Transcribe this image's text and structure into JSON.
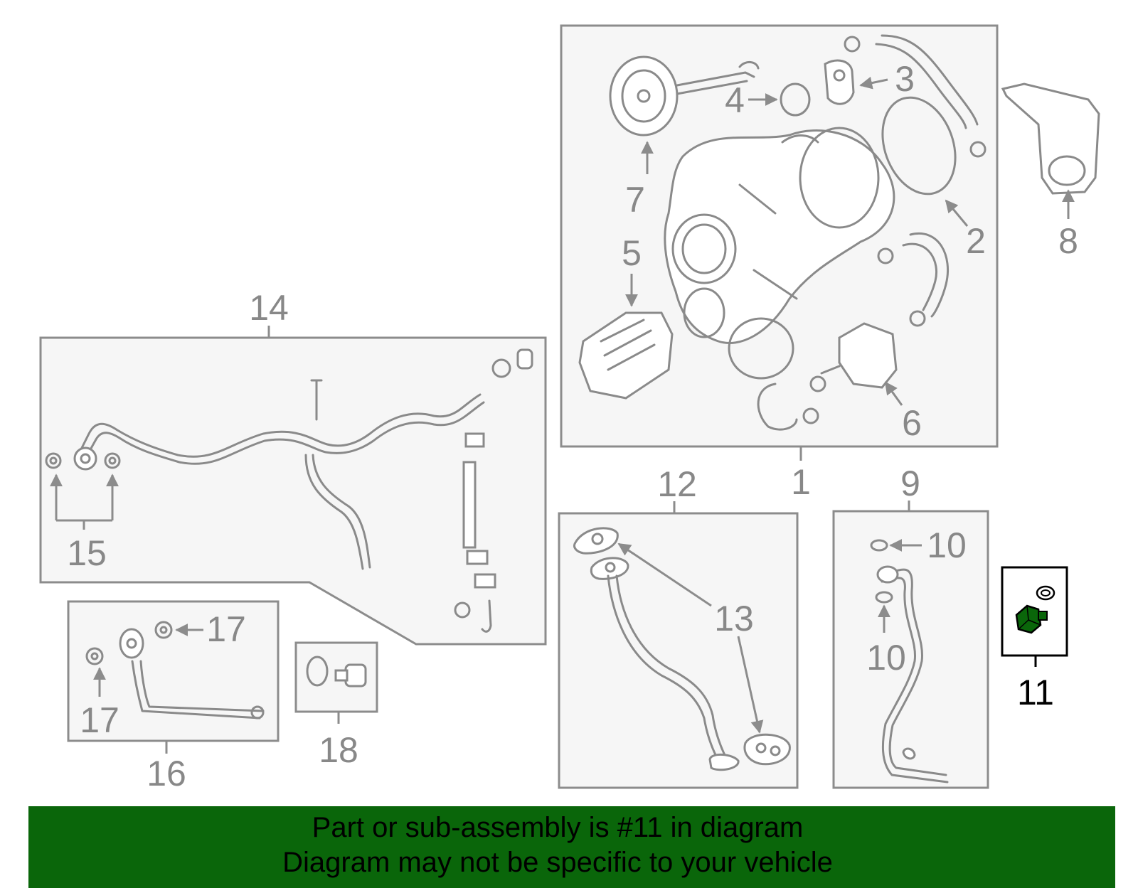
{
  "diagram": {
    "callouts": {
      "c1": "1",
      "c2": "2",
      "c3": "3",
      "c4": "4",
      "c5": "5",
      "c6": "6",
      "c7": "7",
      "c8": "8",
      "c9": "9",
      "c10a": "10",
      "c10b": "10",
      "c11": "11",
      "c12": "12",
      "c13": "13",
      "c14": "14",
      "c15": "15",
      "c16": "16",
      "c17a": "17",
      "c17b": "17",
      "c18": "18"
    },
    "highlight": {
      "part_number": "11",
      "color": "#0a660a"
    },
    "colors": {
      "line": "#8a8a8a",
      "box_fill": "#f6f6f6",
      "highlight_box": "#000000"
    }
  },
  "banner": {
    "line1": "Part or sub-assembly is #11 in diagram",
    "line2": "Diagram may not be specific to your vehicle",
    "background": "#0a660a"
  }
}
